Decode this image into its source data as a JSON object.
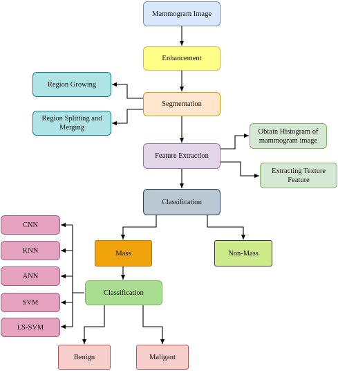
{
  "nodes": {
    "mammogram_image": "Mammogram Image",
    "enhancement": "Enhancement",
    "segmentation": "Segmentation",
    "region_growing": "Region Growing",
    "region_splitting": "Region Splitting and Merging",
    "feature_extraction": "Feature Extraction",
    "obtain_histogram": "Obtain Histogram of mammogram image",
    "extracting_texture": "Extracting Texture Feature",
    "classification_top": "Classification",
    "mass": "Mass",
    "non_mass": "Non-Mass",
    "classification_sub": "Classification",
    "cnn": "CNN",
    "knn": "KNN",
    "ann": "ANN",
    "svm": "SVM",
    "ls_svm": "LS-SVM",
    "benign": "Benign",
    "maligant": "Maligant"
  },
  "colors": {
    "blue": "#dae8fc",
    "yellow": "#ffff88",
    "orange_light": "#ffe6cc",
    "teal": "#b0e3e6",
    "purple": "#e1d5e7",
    "green_light": "#d5e8d4",
    "slate": "#bac8d3",
    "orange": "#f0a30a",
    "lime": "#cdeb8b",
    "green": "#a9dd8f",
    "pink": "#e6a3c0",
    "red_light": "#f8cecc"
  }
}
